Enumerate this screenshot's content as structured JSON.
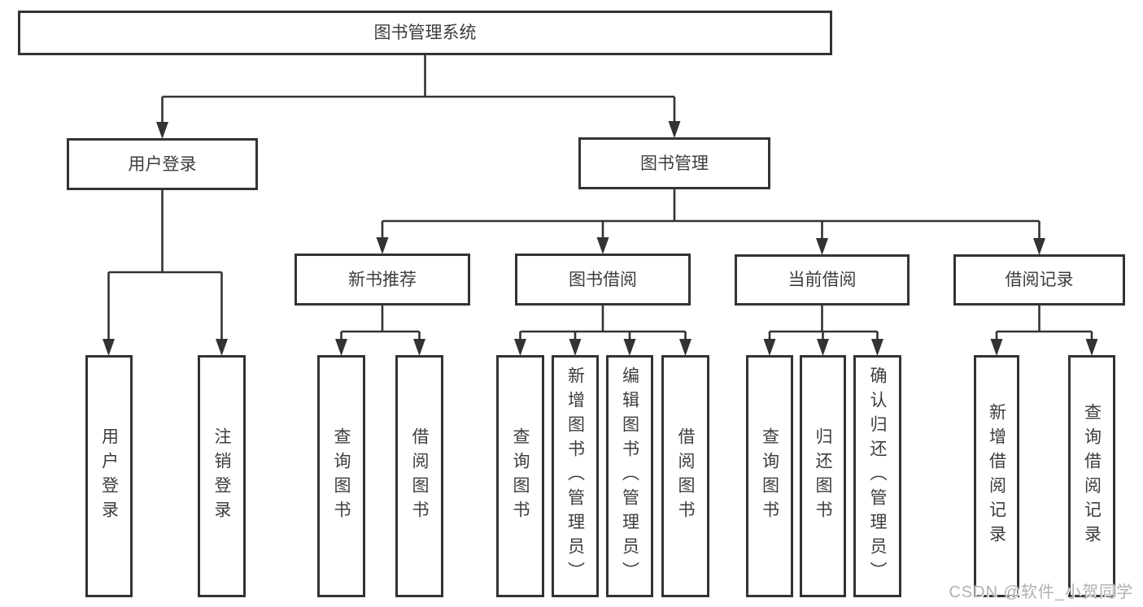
{
  "page": {
    "watermark": "CSDN @软件_小贺同学",
    "colors": {
      "line": "#333333",
      "text": "#3d3d3d",
      "box_background": "#ffffff",
      "page_background": "#ffffff",
      "watermark": "#b0b0b0"
    }
  },
  "tree": {
    "label": "图书管理系统",
    "children": [
      {
        "label": "用户登录",
        "children": [
          {
            "label": "用户登录"
          },
          {
            "label": "注销登录"
          }
        ]
      },
      {
        "label": "图书管理",
        "children": [
          {
            "label": "新书推荐",
            "children": [
              {
                "label": "查询图书"
              },
              {
                "label": "借阅图书"
              }
            ]
          },
          {
            "label": "图书借阅",
            "children": [
              {
                "label": "查询图书"
              },
              {
                "label": "新增图书（管理员）"
              },
              {
                "label": "编辑图书（管理员）"
              },
              {
                "label": "借阅图书"
              }
            ]
          },
          {
            "label": "当前借阅",
            "children": [
              {
                "label": "查询图书"
              },
              {
                "label": "归还图书"
              },
              {
                "label": "确认归还（管理员）"
              }
            ]
          },
          {
            "label": "借阅记录",
            "children": [
              {
                "label": "新增借阅记录"
              },
              {
                "label": "查询借阅记录"
              }
            ]
          }
        ]
      }
    ]
  }
}
